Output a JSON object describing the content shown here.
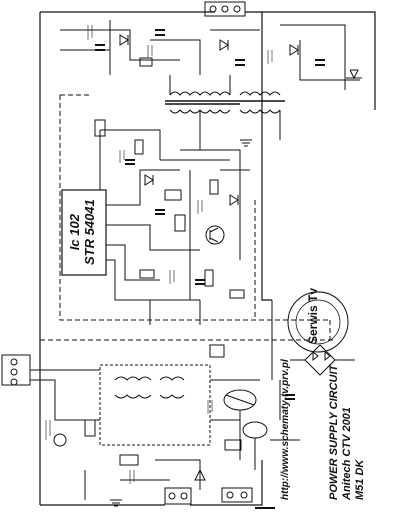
{
  "ic": {
    "line1": "Ic 102",
    "line2": "STR 54041"
  },
  "url": "http://www.schematy-tv.prv.pl",
  "title": {
    "line1": "POWER SUPPLY CIRCUIT",
    "line2": "Anitech CTV 2001",
    "line3": "M51  DK"
  },
  "stamp": {
    "center": "Serwis Tv"
  },
  "colors": {
    "ink": "#111111",
    "paper": "#ffffff"
  }
}
